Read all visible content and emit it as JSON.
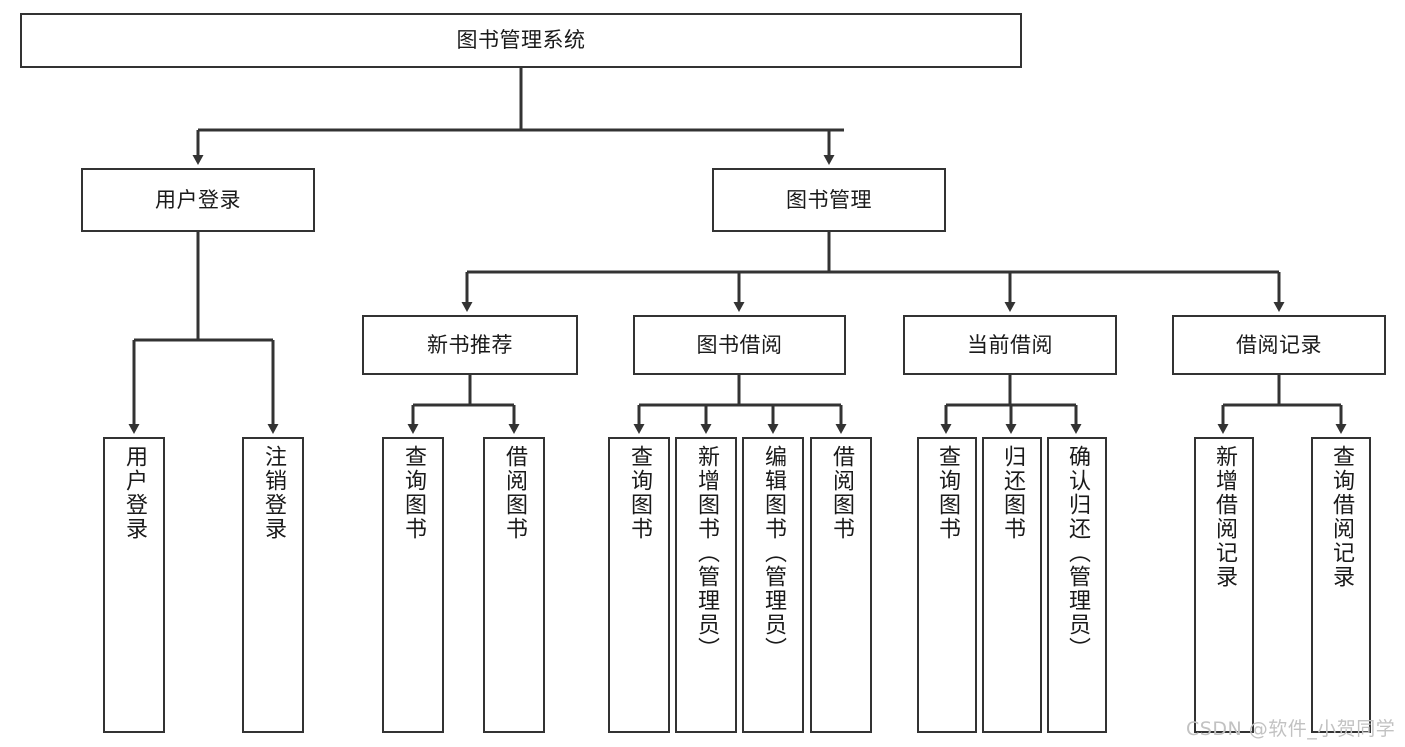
{
  "diagram": {
    "title": "图书管理系统",
    "watermark": "CSDN @软件_小贺同学",
    "colors": {
      "box_border": "#333333",
      "box_fill": "#ffffff",
      "connector": "#333333",
      "text": "#1a1a1a",
      "watermark": "#c2c2c2",
      "background": "#ffffff"
    },
    "root": {
      "label": "图书管理系统"
    },
    "level2": [
      {
        "label": "用户登录"
      },
      {
        "label": "图书管理"
      }
    ],
    "level3": [
      {
        "label": "新书推荐"
      },
      {
        "label": "图书借阅"
      },
      {
        "label": "当前借阅"
      },
      {
        "label": "借阅记录"
      }
    ],
    "leaves": {
      "user_login": [
        {
          "label": "用户登录"
        },
        {
          "label": "注销登录"
        }
      ],
      "new_book_recommend": [
        {
          "label": "查询图书"
        },
        {
          "label": "借阅图书"
        }
      ],
      "book_borrow": [
        {
          "label": "查询图书"
        },
        {
          "label": "新增图书（管理员）"
        },
        {
          "label": "编辑图书（管理员）"
        },
        {
          "label": "借阅图书"
        }
      ],
      "current_borrow": [
        {
          "label": "查询图书"
        },
        {
          "label": "归还图书"
        },
        {
          "label": "确认归还（管理员）"
        }
      ],
      "borrow_record": [
        {
          "label": "新增借阅记录"
        },
        {
          "label": "查询借阅记录"
        }
      ]
    }
  }
}
